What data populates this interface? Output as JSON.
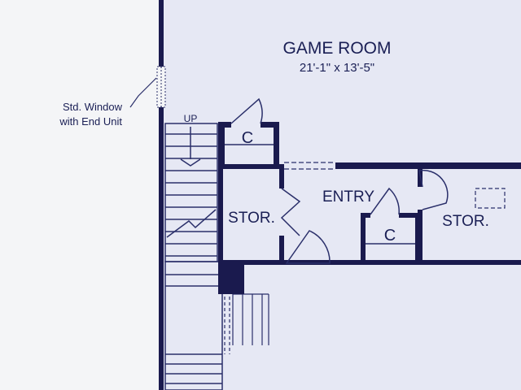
{
  "rooms": {
    "game_room": {
      "name": "GAME ROOM",
      "dims": "21'-1\" x 13'-5\""
    },
    "entry": {
      "name": "ENTRY"
    },
    "stor_left": {
      "name": "STOR."
    },
    "stor_right": {
      "name": "STOR."
    },
    "closet_top": {
      "name": "C"
    },
    "closet_entry": {
      "name": "C"
    }
  },
  "stairs": {
    "direction_label": "UP"
  },
  "callout": {
    "line1": "Std. Window",
    "line2": "with End Unit"
  },
  "colors": {
    "wall": "#1a1a4e",
    "floor": "#e6e8f4",
    "exterior": "#f4f5f7",
    "line": "#2a2f6a"
  }
}
